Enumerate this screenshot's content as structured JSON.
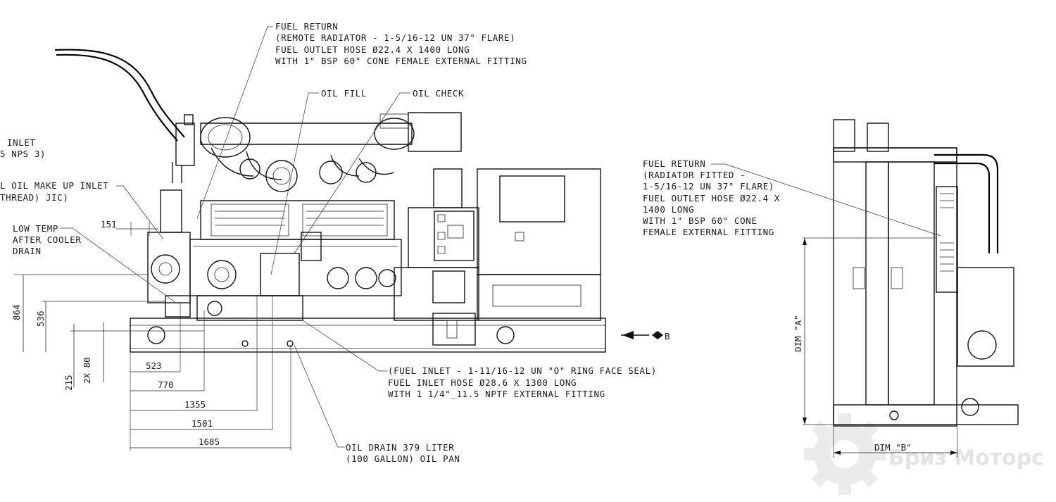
{
  "annotations": {
    "fuel_return_left": [
      "FUEL RETURN",
      "(REMOTE RADIATOR - 1-5/16-12 UN 37° FLARE)",
      "FUEL OUTLET HOSE Ø22.4 X 1400 LONG",
      "WITH 1\" BSP 60° CONE FEMALE EXTERNAL FITTING"
    ],
    "oil_fill": "OIL FILL",
    "oil_check": "OIL CHECK",
    "air_inlet": [
      "INLET",
      "5 NPS 3)"
    ],
    "oil_make_up": [
      "L OIL MAKE UP INLET",
      "THREAD) JIC)"
    ],
    "low_temp": [
      "LOW TEMP",
      "AFTER COOLER",
      "DRAIN"
    ],
    "fuel_return_right": [
      "FUEL RETURN",
      "(RADIATOR FITTED -",
      "1-5/16-12 UN 37° FLARE)",
      "FUEL OUTLET HOSE Ø22.4 X",
      "1400 LONG",
      "WITH 1\" BSP 60° CONE",
      "FEMALE EXTERNAL FITTING"
    ],
    "fuel_inlet": [
      "(FUEL INLET - 1-11/16-12 UN \"O\" RING FACE SEAL)",
      "FUEL INLET HOSE Ø28.6 X 1300 LONG",
      "WITH 1 1/4\"_11.5 NPTF EXTERNAL FITTING"
    ],
    "oil_drain": [
      "OIL DRAIN 379 LITER",
      "(100 GALLON) OIL PAN"
    ],
    "view_b": "B"
  },
  "dimensions": {
    "d151": "151",
    "d864": "864",
    "d536": "536",
    "d215": "215",
    "d2x80": "2X 80",
    "d523": "523",
    "d770": "770",
    "d1355": "1355",
    "d1501": "1501",
    "d1685": "1685",
    "dim_a": "DIM \"A\"",
    "dim_b": "DIM \"B\""
  },
  "watermark": {
    "text": "Бриз Моторс",
    "icon": "gear-logo-icon"
  },
  "colors": {
    "line": "#111111",
    "watermark": "#e4e4e4",
    "background": "#ffffff"
  }
}
